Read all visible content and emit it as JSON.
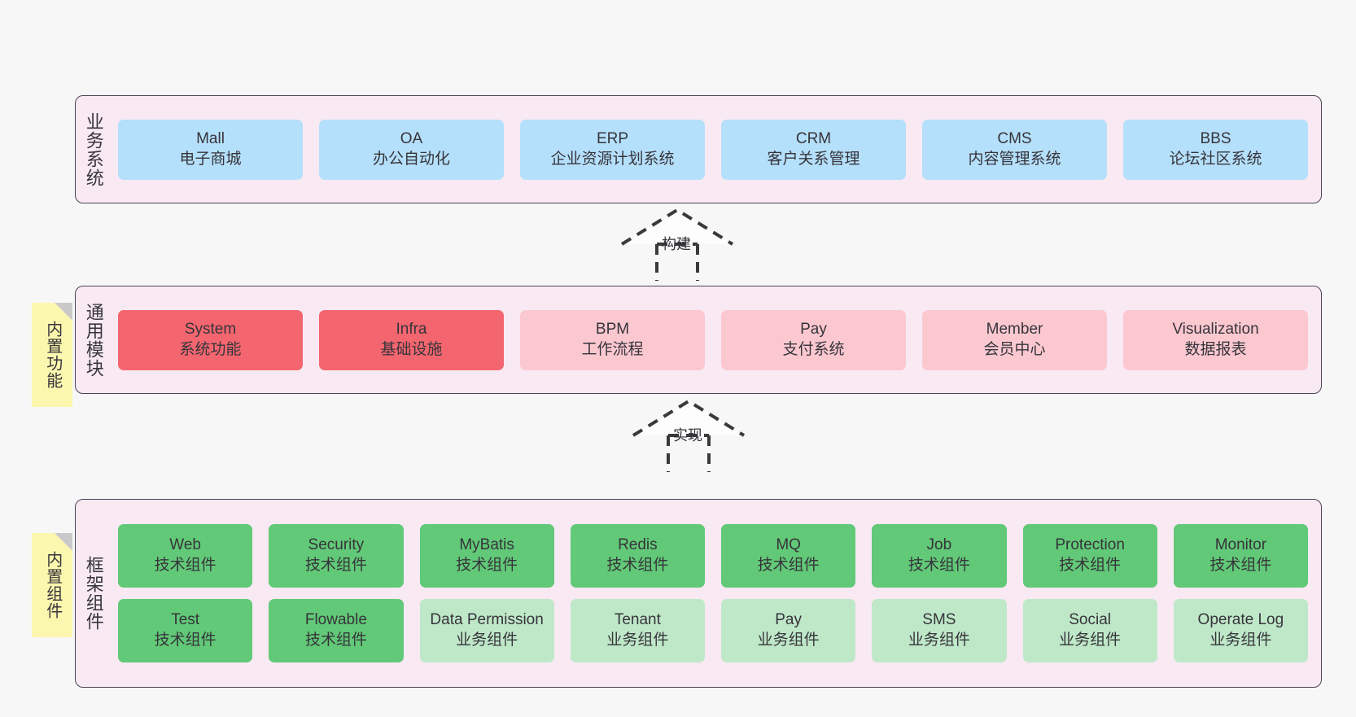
{
  "diagram": {
    "background": "#f7f7f7",
    "band_fill": "#f8e9f3",
    "band_border": "#4b4453",
    "note_fill": "#fcf7ae",
    "colors": {
      "business": "#b5e0fb",
      "module_active": "#f4666f",
      "module_plain": "#fbc8d0",
      "tech_component": "#61c977",
      "business_component": "#bfe8c8"
    }
  },
  "layers": {
    "business": {
      "title": "业务系统",
      "items": [
        {
          "en": "Mall",
          "cn": "电子商城"
        },
        {
          "en": "OA",
          "cn": "办公自动化"
        },
        {
          "en": "ERP",
          "cn": "企业资源计划系统"
        },
        {
          "en": "CRM",
          "cn": "客户关系管理"
        },
        {
          "en": "CMS",
          "cn": "内容管理系统"
        },
        {
          "en": "BBS",
          "cn": "论坛社区系统"
        }
      ]
    },
    "modules": {
      "title": "通用模块",
      "note": "内置功能",
      "items": [
        {
          "en": "System",
          "cn": "系统功能",
          "color": "red"
        },
        {
          "en": "Infra",
          "cn": "基础设施",
          "color": "red"
        },
        {
          "en": "BPM",
          "cn": "工作流程",
          "color": "pink"
        },
        {
          "en": "Pay",
          "cn": "支付系统",
          "color": "pink"
        },
        {
          "en": "Member",
          "cn": "会员中心",
          "color": "pink"
        },
        {
          "en": "Visualization",
          "cn": "数据报表",
          "color": "pink"
        }
      ]
    },
    "framework": {
      "title": "框架组件",
      "note": "内置组件",
      "row1": [
        {
          "en": "Web",
          "cn": "技术组件",
          "color": "green"
        },
        {
          "en": "Security",
          "cn": "技术组件",
          "color": "green"
        },
        {
          "en": "MyBatis",
          "cn": "技术组件",
          "color": "green"
        },
        {
          "en": "Redis",
          "cn": "技术组件",
          "color": "green"
        },
        {
          "en": "MQ",
          "cn": "技术组件",
          "color": "green"
        },
        {
          "en": "Job",
          "cn": "技术组件",
          "color": "green"
        },
        {
          "en": "Protection",
          "cn": "技术组件",
          "color": "green"
        },
        {
          "en": "Monitor",
          "cn": "技术组件",
          "color": "green"
        }
      ],
      "row2": [
        {
          "en": "Test",
          "cn": "技术组件",
          "color": "green"
        },
        {
          "en": "Flowable",
          "cn": "技术组件",
          "color": "green"
        },
        {
          "en": "Data Permission",
          "cn": "业务组件",
          "color": "greenlight"
        },
        {
          "en": "Tenant",
          "cn": "业务组件",
          "color": "greenlight"
        },
        {
          "en": "Pay",
          "cn": "业务组件",
          "color": "greenlight"
        },
        {
          "en": "SMS",
          "cn": "业务组件",
          "color": "greenlight"
        },
        {
          "en": "Social",
          "cn": "业务组件",
          "color": "greenlight"
        },
        {
          "en": "Operate Log",
          "cn": "业务组件",
          "color": "greenlight"
        }
      ]
    }
  },
  "connectors": [
    {
      "label": "构建",
      "from": "modules",
      "to": "business"
    },
    {
      "label": "实现",
      "from": "framework",
      "to": "modules"
    }
  ]
}
